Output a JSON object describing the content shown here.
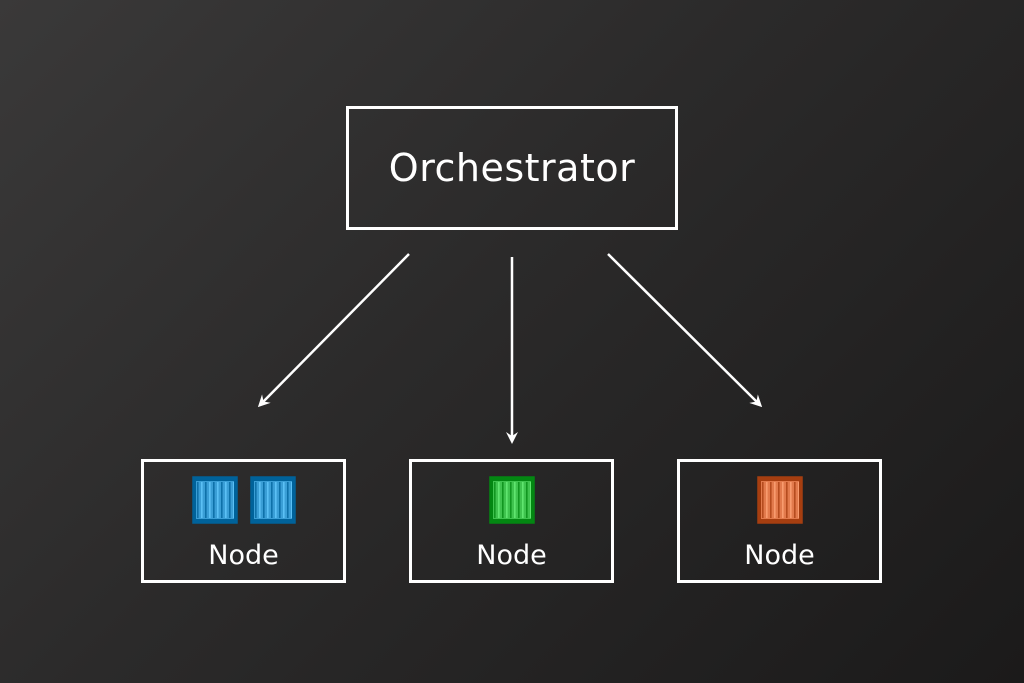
{
  "orchestrator": {
    "label": "Orchestrator"
  },
  "nodes": [
    {
      "label": "Node",
      "containers": [
        {
          "color": "#3a9ed6",
          "icon": "shipping-container-icon"
        },
        {
          "color": "#3a9ed6",
          "icon": "shipping-container-icon"
        }
      ]
    },
    {
      "label": "Node",
      "containers": [
        {
          "color": "#3fc34e",
          "icon": "shipping-container-icon"
        }
      ]
    },
    {
      "label": "Node",
      "containers": [
        {
          "color": "#e27a4c",
          "icon": "shipping-container-icon"
        }
      ]
    }
  ],
  "colors": {
    "line": "#ffffff",
    "background_start": "#3a3939",
    "background_end": "#1b1a1a"
  }
}
